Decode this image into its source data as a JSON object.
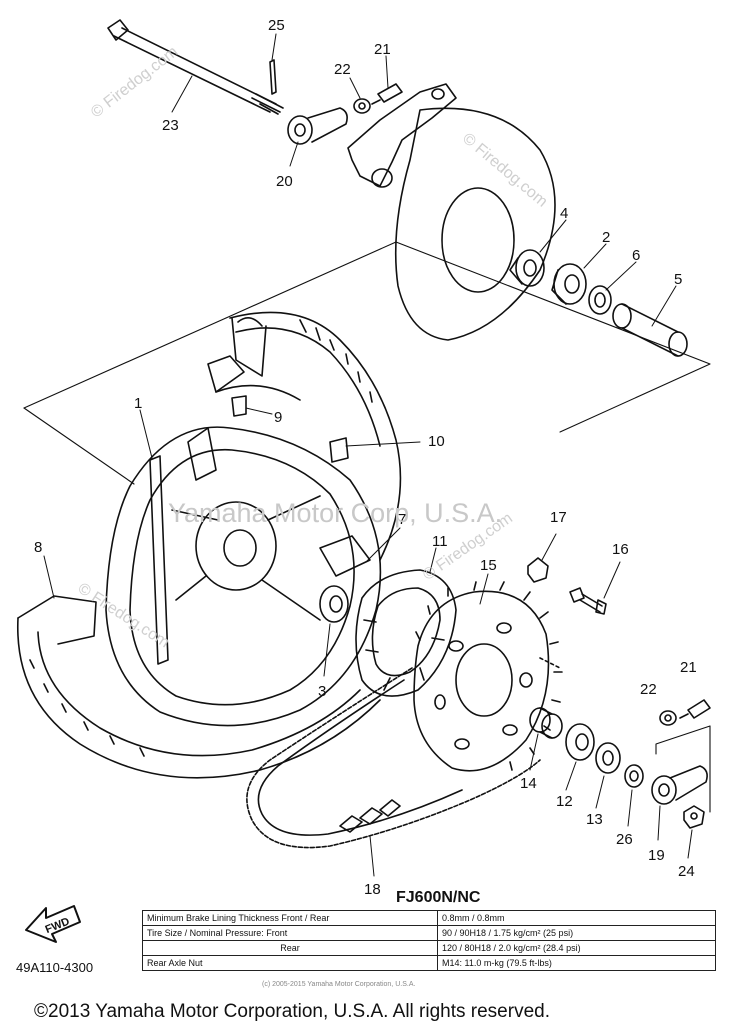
{
  "callouts": [
    {
      "n": "25"
    },
    {
      "n": "21"
    },
    {
      "n": "22"
    },
    {
      "n": "23"
    },
    {
      "n": "20"
    },
    {
      "n": "4"
    },
    {
      "n": "2"
    },
    {
      "n": "6"
    },
    {
      "n": "5"
    },
    {
      "n": "9"
    },
    {
      "n": "10"
    },
    {
      "n": "1"
    },
    {
      "n": "7"
    },
    {
      "n": "11"
    },
    {
      "n": "15"
    },
    {
      "n": "17"
    },
    {
      "n": "16"
    },
    {
      "n": "8"
    },
    {
      "n": "3"
    },
    {
      "n": "14"
    },
    {
      "n": "12"
    },
    {
      "n": "13"
    },
    {
      "n": "26"
    },
    {
      "n": "19"
    },
    {
      "n": "24"
    },
    {
      "n": "22"
    },
    {
      "n": "21"
    },
    {
      "n": "18"
    }
  ],
  "watermarks": [
    "© Firedog.com",
    "© Firedog.com",
    "Yamaha Motor Corp, U.S.A.",
    "© Firedog.com",
    "© Firedog.com"
  ],
  "model": "FJ600N/NC",
  "fwd_label": "FWD",
  "part_code": "49A110-4300",
  "specs": [
    {
      "label": "Minimum Brake Lining Thickness Front / Rear",
      "value": "0.8mm / 0.8mm"
    },
    {
      "label": "Tire Size / Nominal Pressure: Front",
      "value": "90 / 90H18 / 1.75 kg/cm² (25 psi)"
    },
    {
      "label": "Rear",
      "value": "120 / 80H18 / 2.0 kg/cm² (28.4 psi)"
    },
    {
      "label": "Rear Axle Nut",
      "value": "M14: 11.0 m-kg (79.5 ft-lbs)"
    }
  ],
  "tiny_notice": "(c) 2005-2015 Yamaha Motor Corporation, U.S.A.",
  "copyright": "©2013 Yamaha Motor Corporation, U.S.A. All rights reserved."
}
